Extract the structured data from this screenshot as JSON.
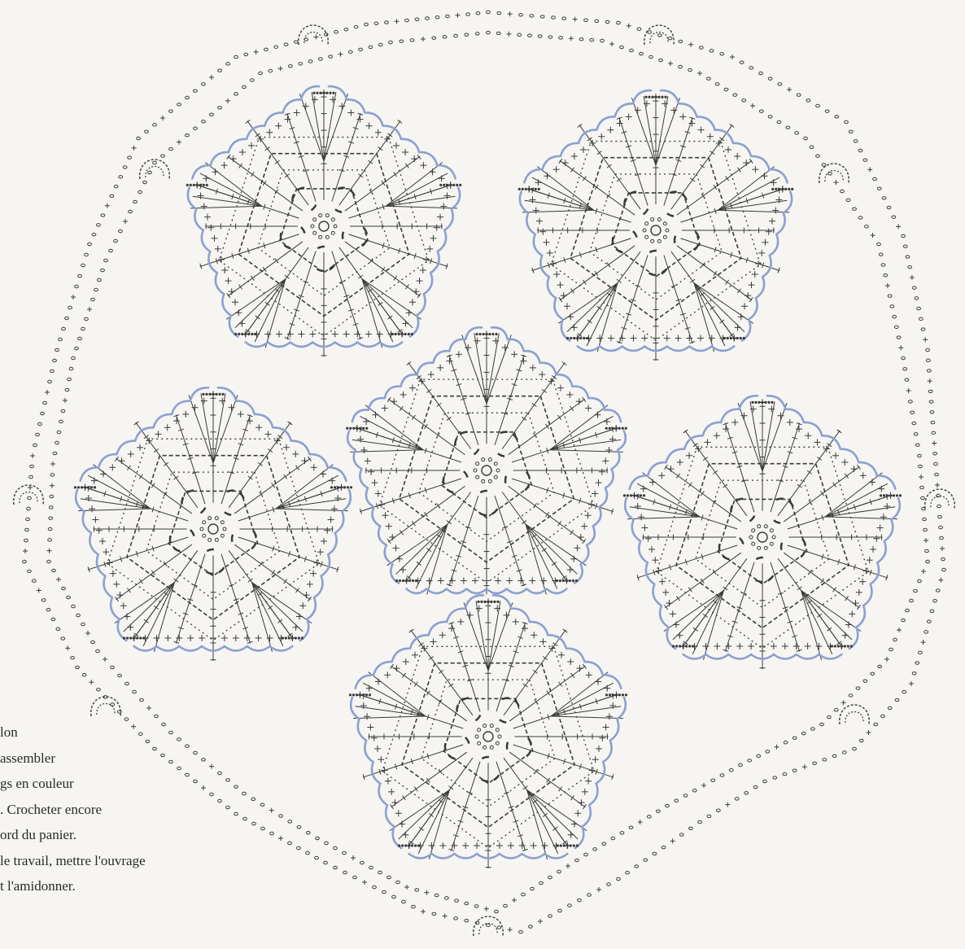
{
  "caption_lines": [
    "lon",
    "assembler",
    "gs en couleur",
    ". Crocheter encore",
    "ord du panier.",
    "le travail, mettre l'ouvrage",
    "t l'amidonner."
  ],
  "diagram": {
    "motif_count": 6,
    "motif_shape": "pentagon",
    "colors": {
      "ink": "#3a3a3a",
      "edge_blue": "#8ea0cf",
      "paper": "#f6f5f2"
    }
  }
}
